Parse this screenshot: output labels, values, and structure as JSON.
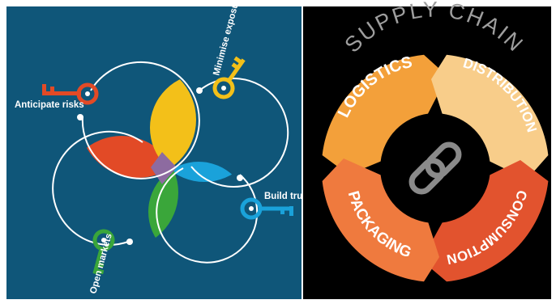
{
  "left_panel": {
    "background": "#0f5679",
    "keys": [
      {
        "label": "Anticipate risks",
        "color": "#e24a26",
        "icon": "key-icon"
      },
      {
        "label": "Minimise exposure",
        "color": "#f3c019",
        "icon": "key-icon"
      },
      {
        "label": "Build trust",
        "color": "#1aa2da",
        "icon": "key-icon"
      },
      {
        "label": "Open markets",
        "color": "#3aa63a",
        "icon": "key-icon"
      }
    ],
    "lens_colors": {
      "red": "#e24a26",
      "yellow": "#f3c019",
      "blue": "#1aa2da",
      "green": "#3aa63a",
      "center": "#8d6ba0"
    }
  },
  "right_panel": {
    "background": "#000000",
    "title": "SUPPLY CHAIN",
    "segments": [
      {
        "label": "LOGISTICS",
        "color": "#f3a03a"
      },
      {
        "label": "DISTRIBUTION",
        "color": "#f8cd8a"
      },
      {
        "label": "CONSUMPTION",
        "color": "#e2532e"
      },
      {
        "label": "PACKAGING",
        "color": "#ef7a3e"
      }
    ],
    "center_icon": "chain-link-icon"
  }
}
